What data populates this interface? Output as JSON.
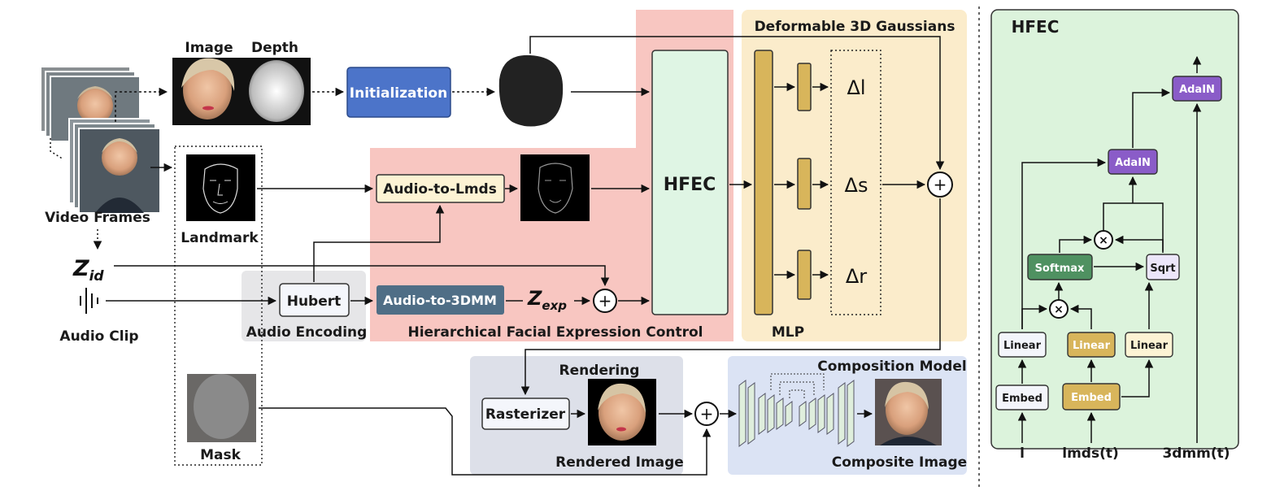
{
  "colors": {
    "red_region": "#f8c6c1",
    "yellow_region": "#fbeccb",
    "gray_region": "#e6e6e8",
    "render_region": "#dde0e9",
    "comp_region": "#dbe3f4",
    "hfec_panel": "#dcf3dc",
    "init_box": "#4c74c9",
    "a3dmm_box": "#4f6e86",
    "hfec_box": "#dff5e4",
    "lmds_box": "#fdf3d4",
    "mlp_gold": "#d8b55b",
    "purple": "#8a5cc8",
    "green": "#4f9161",
    "light_purple": "#ece6fa"
  },
  "inputs": {
    "video_frames": "Video Frames",
    "z_id_main": "Z",
    "z_id_sub": "id",
    "audio_clip": "Audio Clip",
    "audio_icon": "audio-waveform-icon"
  },
  "preprocess": {
    "image": "Image",
    "depth": "Depth",
    "landmark": "Landmark",
    "mask": "Mask"
  },
  "modules": {
    "initialization": "Initialization",
    "audio_to_lmds": "Audio-to-Lmds",
    "hubert": "Hubert",
    "audio_to_3dmm": "Audio-to-3DMM",
    "z_exp_main": "Z",
    "z_exp_sub": "exp",
    "hfec": "HFEC",
    "rasterizer": "Rasterizer"
  },
  "regions": {
    "audio_encoding": "Audio Encoding",
    "hierarchical": "Hierarchical Facial Expression Control",
    "deformable": "Deformable 3D Gaussians",
    "mlp": "MLP",
    "rendering": "Rendering",
    "rendered_image": "Rendered Image",
    "composition_model": "Composition Model",
    "composite_image": "Composite Image"
  },
  "deltas": {
    "dl": "Δl",
    "ds": "Δs",
    "dr": "Δr"
  },
  "ops": {
    "plus": "+",
    "times": "×"
  },
  "hfec_panel": {
    "title": "HFEC",
    "adain_top": "AdaIN",
    "adain_mid": "AdaIN",
    "softmax": "Softmax",
    "sqrt": "Sqrt",
    "linear_l": "Linear",
    "linear_lmds": "Linear",
    "linear_3": "Linear",
    "embed_l": "Embed",
    "embed_lmds": "Embed",
    "input_l": "l",
    "input_lmds": "lmds(t)",
    "input_3dmm": "3dmm(t)"
  }
}
